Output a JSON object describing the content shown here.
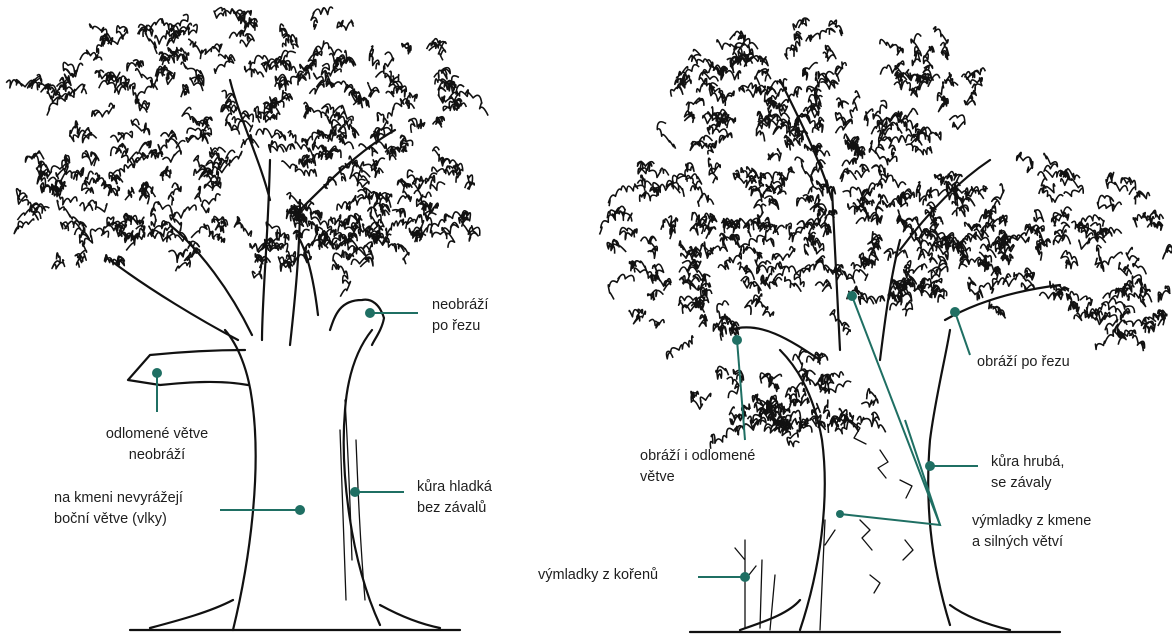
{
  "colors": {
    "accent": "#1f6f63",
    "ink": "#111111",
    "background": "#ffffff"
  },
  "left_tree": {
    "labels": {
      "neobrazi_po_rezu": "neobráží\npo řezu",
      "odlomene_vetve": "odlomené větve\nneobráží",
      "kura_hladka": "kůra hladká\nbez závalů",
      "na_kmeni": "na kmeni nevyrážejí\nboční větve (vlky)"
    }
  },
  "right_tree": {
    "labels": {
      "obrazi_po_rezu": "obráží po řezu",
      "obrazi_i_odlomene": "obráží i odlomené\nvětve",
      "kura_hruba": "kůra hrubá,\nse závaly",
      "vymladky_z_kmene": "výmladky z kmene\na silných větví",
      "vymladky_z_korenu": "výmladky z kořenů"
    }
  }
}
